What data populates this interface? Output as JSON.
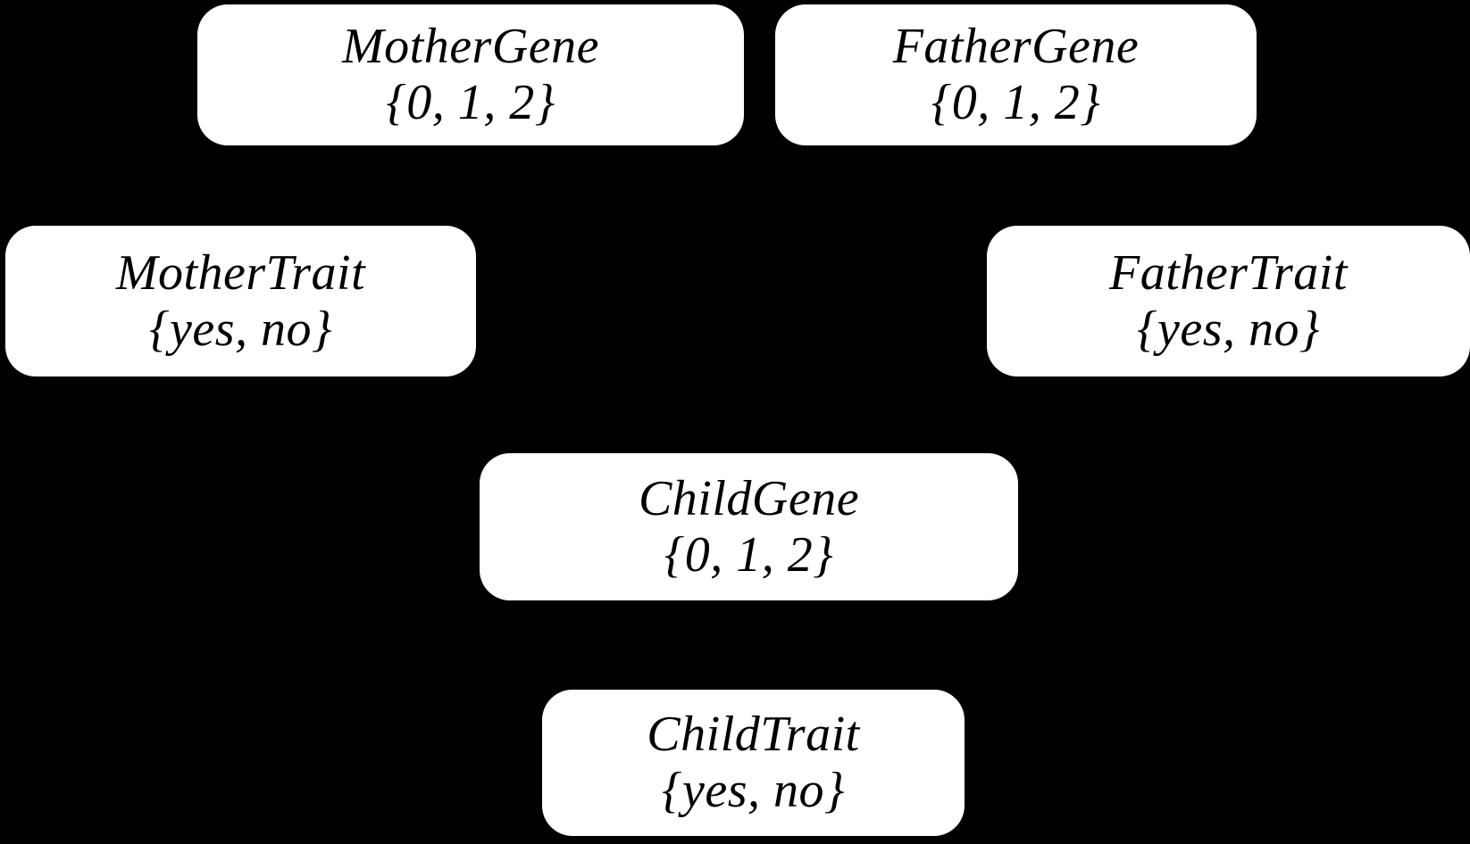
{
  "diagram": {
    "type": "bayesian-network",
    "background_color": "#000000",
    "node_fill_color": "#ffffff",
    "node_text_color": "#000000",
    "nodes": [
      {
        "id": "mother-gene",
        "name": "MotherGene",
        "domain": "{0, 1, 2}"
      },
      {
        "id": "father-gene",
        "name": "FatherGene",
        "domain": "{0, 1, 2}"
      },
      {
        "id": "mother-trait",
        "name": "MotherTrait",
        "domain": "{yes, no}"
      },
      {
        "id": "father-trait",
        "name": "FatherTrait",
        "domain": "{yes, no}"
      },
      {
        "id": "child-gene",
        "name": "ChildGene",
        "domain": "{0, 1, 2}"
      },
      {
        "id": "child-trait",
        "name": "ChildTrait",
        "domain": "{yes, no}"
      }
    ]
  }
}
